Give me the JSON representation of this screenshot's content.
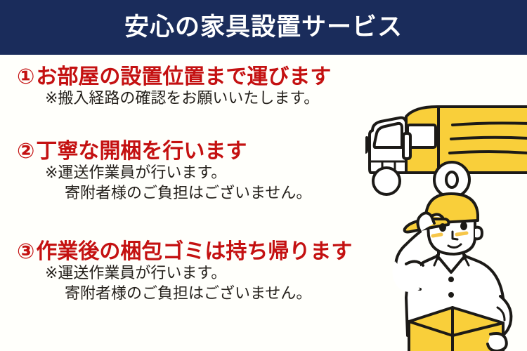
{
  "header": {
    "title": "安心の家具設置サービス",
    "background_color": "#1a2c5b",
    "text_color": "#ffffff"
  },
  "page": {
    "background_color": "#fffffb",
    "accent_red": "#c41111",
    "accent_yellow": "#f9cf3a",
    "body_text_color": "#231f1a",
    "outline_color": "#1c1a17"
  },
  "items": [
    {
      "number": "①",
      "title": "お部屋の設置位置まで運びます",
      "notes": [
        "※搬入経路の確認をお願いいたします。"
      ]
    },
    {
      "number": "②",
      "title": "丁寧な開梱を行います",
      "notes": [
        "※運送作業員が行います。",
        "寄附者様のご負担はございません。"
      ]
    },
    {
      "number": "③",
      "title": "作業後の梱包ゴミは持ち帰ります",
      "notes": [
        "※運送作業員が行います。",
        "寄附者様のご負担はございません。"
      ]
    }
  ],
  "illustrations": {
    "truck": {
      "name": "delivery-truck-illustration",
      "cargo_color": "#f9cf3a",
      "cab_color": "#ffffff",
      "outline_color": "#1c1a17"
    },
    "worker": {
      "name": "delivery-worker-illustration",
      "cap_color": "#f9cf3a",
      "shirt_color": "#ffffff",
      "box_color": "#f9cf3a",
      "cheek_color": "#f6c64a",
      "outline_color": "#1c1a17"
    }
  }
}
